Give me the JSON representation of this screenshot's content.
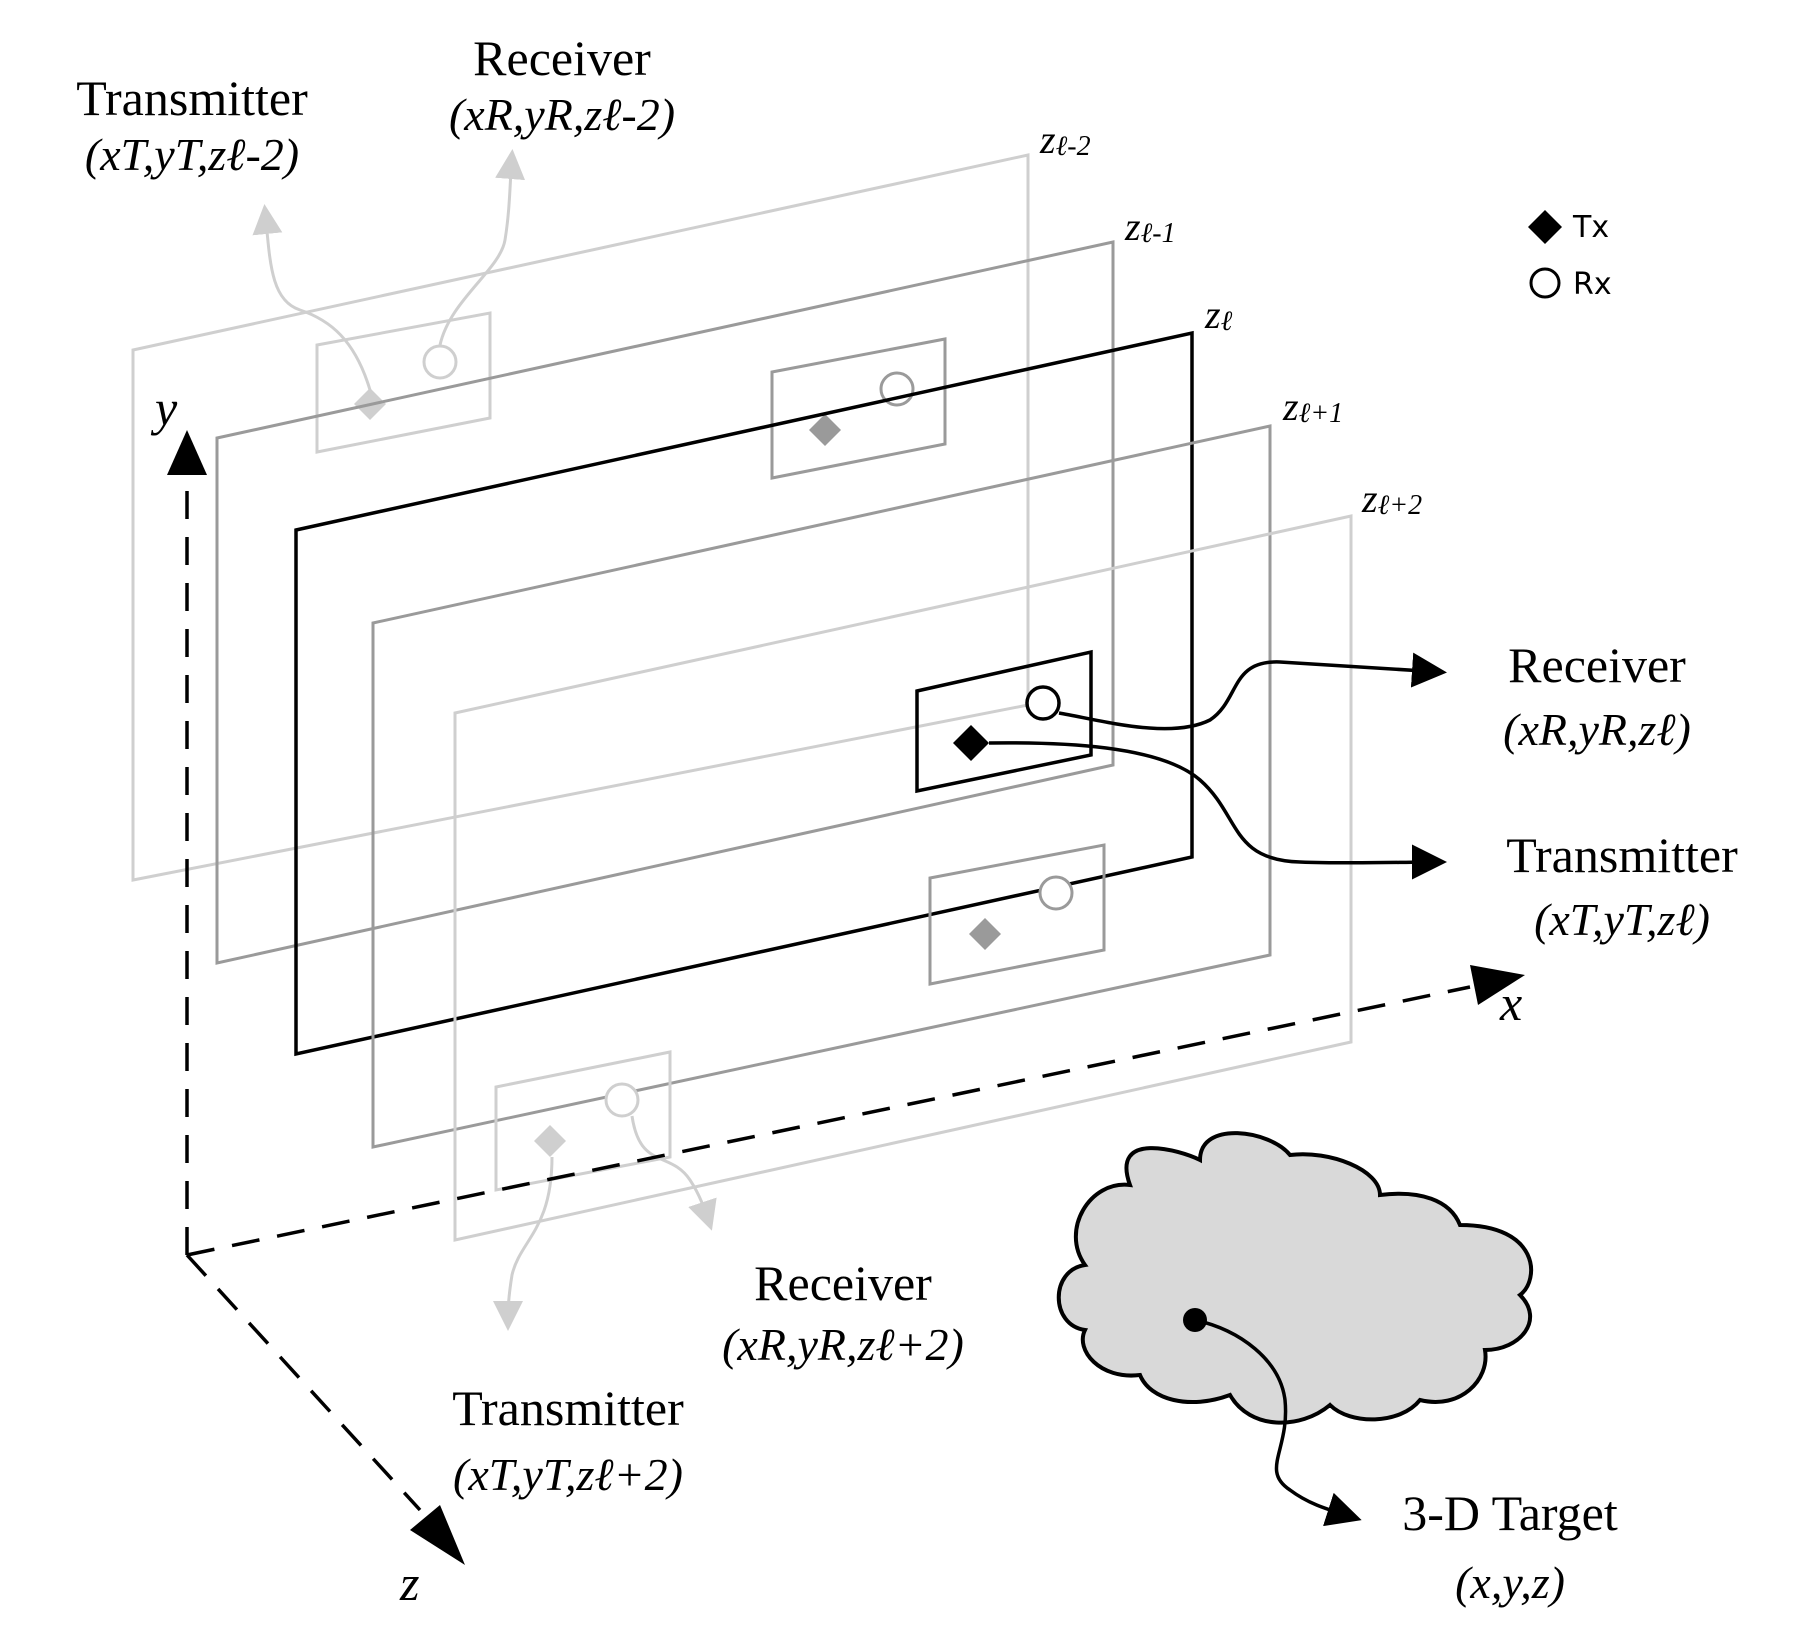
{
  "legend": {
    "tx_label": "Tx",
    "rx_label": "Rx"
  },
  "axes": {
    "x_label": "x",
    "y_label": "y",
    "z_label": "z"
  },
  "planes": {
    "p_minus2": {
      "z": "z",
      "sub": "ℓ-2"
    },
    "p_minus1": {
      "z": "z",
      "sub": "ℓ-1"
    },
    "p_center": {
      "z": "z",
      "sub": "ℓ"
    },
    "p_plus1": {
      "z": "z",
      "sub": "ℓ+1"
    },
    "p_plus2": {
      "z": "z",
      "sub": "ℓ+2"
    }
  },
  "callouts": {
    "top_transmitter": {
      "title": "Transmitter",
      "coord": "(xT,yT,zℓ-2)"
    },
    "top_receiver": {
      "title": "Receiver",
      "coord": "(xR,yR,zℓ-2)"
    },
    "mid_receiver": {
      "title": "Receiver",
      "coord": "(xR,yR,zℓ)"
    },
    "mid_transmitter": {
      "title": "Transmitter",
      "coord": "(xT,yT,zℓ)"
    },
    "bottom_receiver": {
      "title": "Receiver",
      "coord": "(xR,yR,zℓ+2)"
    },
    "bottom_transmitter": {
      "title": "Transmitter",
      "coord": "(xT,yT,zℓ+2)"
    },
    "target": {
      "title": "3-D Target",
      "coord": "(x,y,z)"
    }
  },
  "colors": {
    "black": "#000000",
    "dark_gray": "#9a9a9a",
    "light_gray": "#cfcfcf",
    "marker_gray": "#9a9a9a",
    "cloud_fill": "#d9d9d9"
  }
}
